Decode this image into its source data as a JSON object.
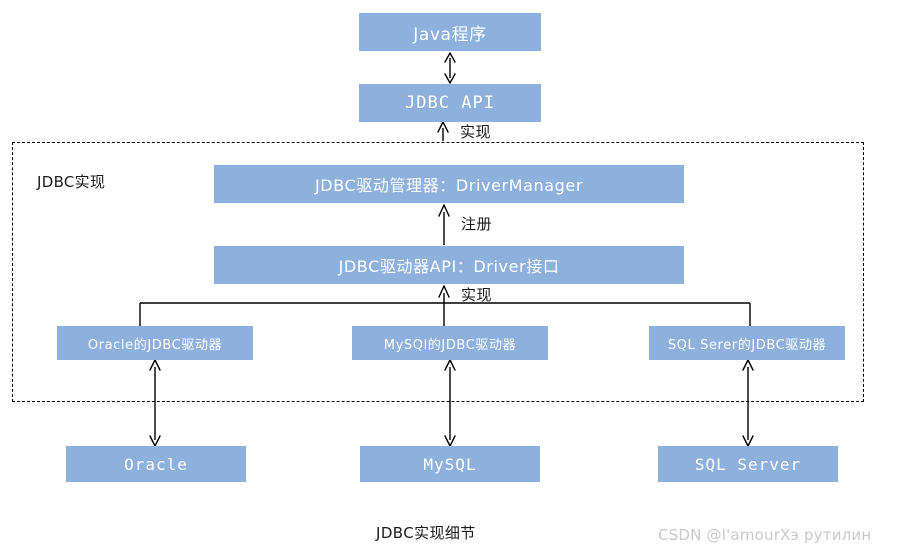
{
  "diagram": {
    "caption": "JDBC实现细节",
    "watermark": "CSDN @l'amourXэ рутилин",
    "group": {
      "label": "JDBC实现"
    },
    "nodes": {
      "java_program": "Java程序",
      "jdbc_api": "JDBC API",
      "driver_manager": "JDBC驱动管理器：DriverManager",
      "driver_api": "JDBC驱动器API：Driver接口",
      "oracle_driver": "Oracle的JDBC驱动器",
      "mysql_driver": "MySQl的JDBC驱动器",
      "sqlserver_driver": "SQL Serer的JDBC驱动器",
      "oracle_db": "Oracle",
      "mysql_db": "MySQL",
      "sqlserver_db": "SQL Server"
    },
    "edges": {
      "api_implements": "实现",
      "driver_registers": "注册",
      "driver_implements": "实现"
    },
    "colors": {
      "node_fill": "#8db0dc",
      "node_text": "#ffffff",
      "line": "#000000",
      "watermark_text": "#c9c9c9",
      "background": "#ffffff"
    }
  }
}
